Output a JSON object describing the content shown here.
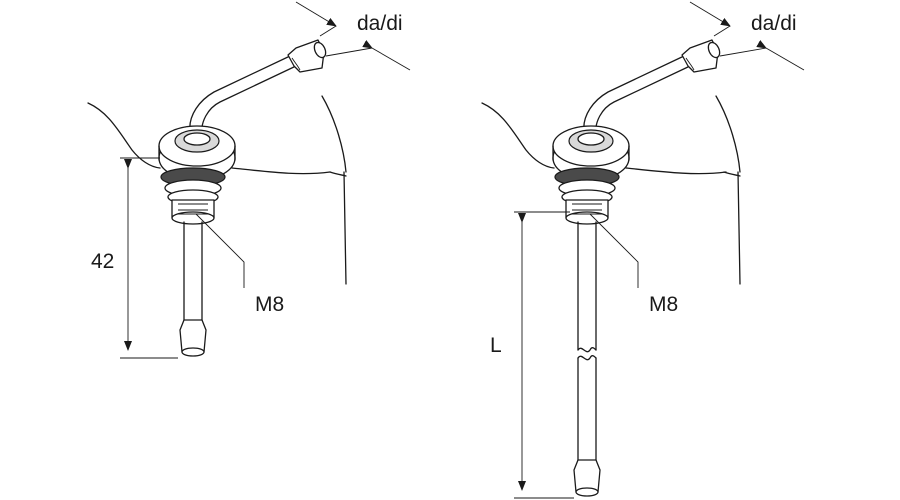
{
  "figures": [
    {
      "id": "fixed-length",
      "pipe_label": "da/di",
      "thread_label": "M8",
      "length_label": "42"
    },
    {
      "id": "variable-length",
      "pipe_label": "da/di",
      "thread_label": "M8",
      "length_label": "L"
    }
  ],
  "colors": {
    "line": "#1a1a1a",
    "fill_light": "#d9d9d9",
    "fill_dark": "#4a4a4a",
    "background": "#ffffff"
  }
}
